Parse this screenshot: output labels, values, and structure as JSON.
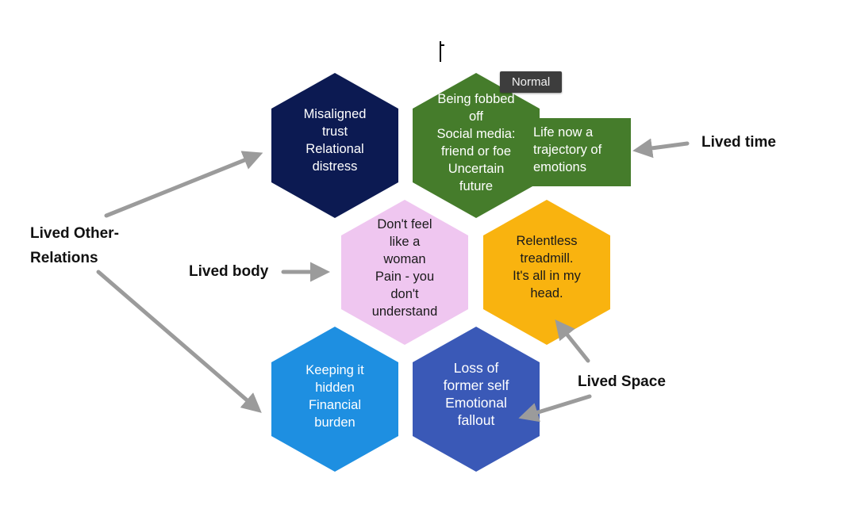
{
  "colors": {
    "navy": "#0c1a52",
    "green": "#457c2b",
    "pink": "#efc6f0",
    "orange": "#f9b30f",
    "light_blue": "#1e8fe1",
    "royal_blue": "#3a59b7",
    "arrow": "#9b9b9b"
  },
  "hexagons": {
    "misaligned": {
      "lines": [
        "Misaligned",
        "trust",
        "",
        "Relational",
        "distress"
      ]
    },
    "fobbed": {
      "lines": [
        "Being fobbed",
        "off",
        "",
        "Social media:",
        "friend or foe",
        "",
        "Uncertain",
        "future"
      ]
    },
    "trajectory": {
      "lines": [
        "Life now a",
        "trajectory of",
        "emotions"
      ]
    },
    "woman": {
      "lines": [
        "Don't feel",
        "like a",
        "woman",
        "",
        "Pain - you",
        "don't",
        "understand"
      ]
    },
    "treadmill": {
      "lines": [
        "Relentless",
        "treadmill.",
        "",
        "It's all in my",
        "head."
      ]
    },
    "hidden": {
      "lines": [
        "Keeping it",
        "hidden",
        "",
        "Financial",
        "burden"
      ]
    },
    "former": {
      "lines": [
        "Loss of",
        "former self",
        "",
        "Emotional",
        "fallout"
      ]
    }
  },
  "labels": {
    "lived_time": "Lived time",
    "lived_other_line1": "Lived Other-",
    "lived_other_line2": "Relations",
    "lived_body": "Lived body",
    "lived_space": "Lived Space"
  },
  "tooltip": "Normal"
}
